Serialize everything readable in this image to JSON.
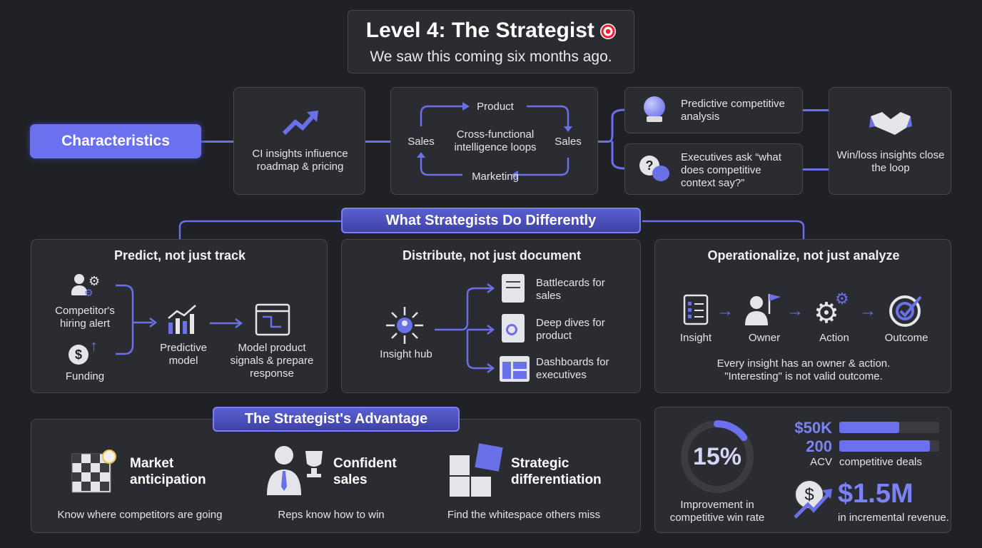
{
  "header": {
    "title": "Level 4: The Strategist",
    "title_icon": "target-icon",
    "subtitle": "We saw this coming six months ago."
  },
  "characteristics": {
    "label": "Characteristics",
    "ci_card": "CI insights infiuence roadmap & pricing",
    "loop": {
      "top": "Product",
      "left": "Sales",
      "right": "Sales",
      "bottom": "Marketing",
      "center": "Cross-functional intelligence loops"
    },
    "predictive": "Predictive competitive analysis",
    "executives": "Executives ask “what does competitive context say?”",
    "winloss": "Win/loss insights close the loop"
  },
  "differently": {
    "banner": "What Strategists Do Differently",
    "predict": {
      "title": "Predict, not just track",
      "hiring": "Competitor's hiring alert",
      "funding": "Funding",
      "model": "Predictive model",
      "response": "Model product signals & prepare response"
    },
    "distribute": {
      "title": "Distribute, not just document",
      "hub": "Insight hub",
      "items": [
        {
          "label": "Battlecards for sales"
        },
        {
          "label": "Deep dives for product"
        },
        {
          "label": "Dashboards for executives"
        }
      ]
    },
    "operationalize": {
      "title": "Operationalize, not just analyze",
      "steps": [
        "Insight",
        "Owner",
        "Action",
        "Outcome"
      ],
      "note1": "Every insight has an owner & action.",
      "note2": "\"Interesting\" is not valid outcome."
    }
  },
  "advantage": {
    "banner": "The Strategist's Advantage",
    "items": [
      {
        "title1": "Market",
        "title2": "anticipation",
        "desc": "Know where competitors are going"
      },
      {
        "title1": "Confident",
        "title2": "sales",
        "desc": "Reps know how to win"
      },
      {
        "title1": "Strategic",
        "title2": "differentiation",
        "desc": "Find the whitespace others miss"
      }
    ]
  },
  "stats": {
    "winrate": {
      "value": "15%",
      "fraction": 0.15,
      "label": "Improvement in competitive win rate"
    },
    "acv": {
      "value": "$50K",
      "label": "ACV",
      "fill": 0.6
    },
    "deals": {
      "value": "200",
      "label": "competitive deals",
      "fill": 0.91
    },
    "revenue": {
      "value": "$1.5M",
      "label": "in incremental revenue."
    }
  },
  "colors": {
    "accent": "#6a70e8",
    "bg": "#1f2126",
    "card": "#2a2c31"
  }
}
